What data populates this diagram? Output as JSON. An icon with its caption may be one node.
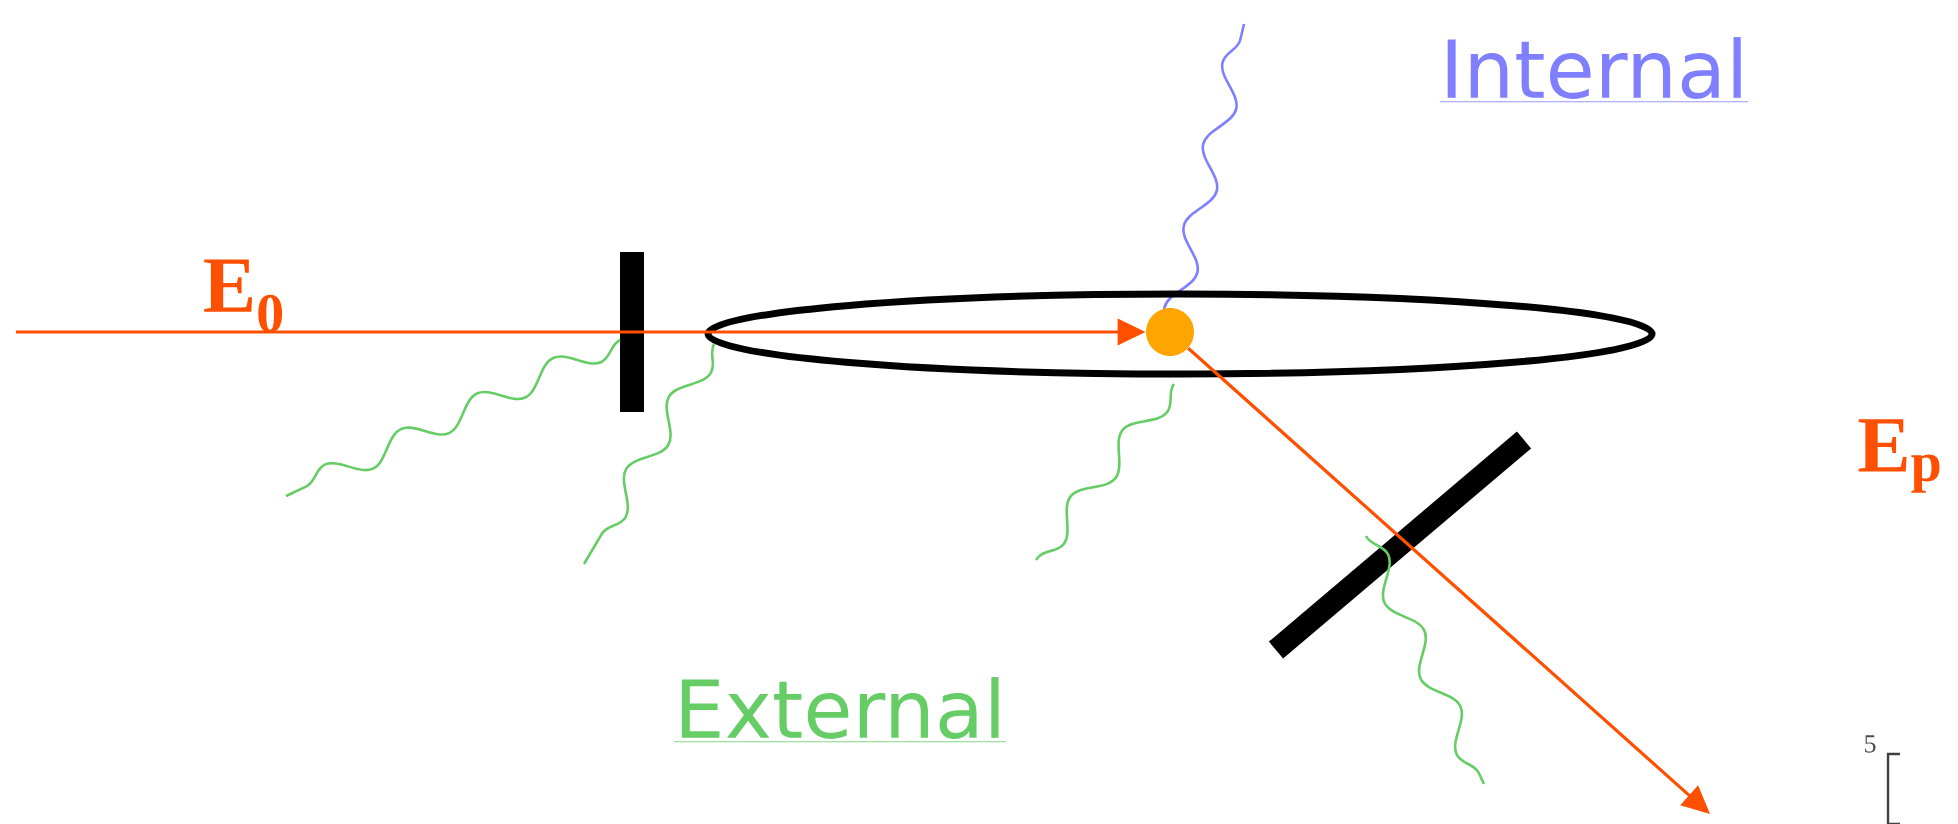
{
  "diagram": {
    "nodes": [
      {
        "text": [],
        "shape": "ellipse"
      },
      {
        "text": [],
        "shape": "circle",
        "in": 0
      }
    ],
    "edges": [
      {
        "from": null,
        "to": 1,
        "arrow": "to"
      },
      {
        "from": 1,
        "to": null,
        "arrow": "to"
      }
    ],
    "labels": [
      "Internal",
      "E$_{0}$",
      "E$_{p}$",
      "External",
      "5"
    ]
  }
}
